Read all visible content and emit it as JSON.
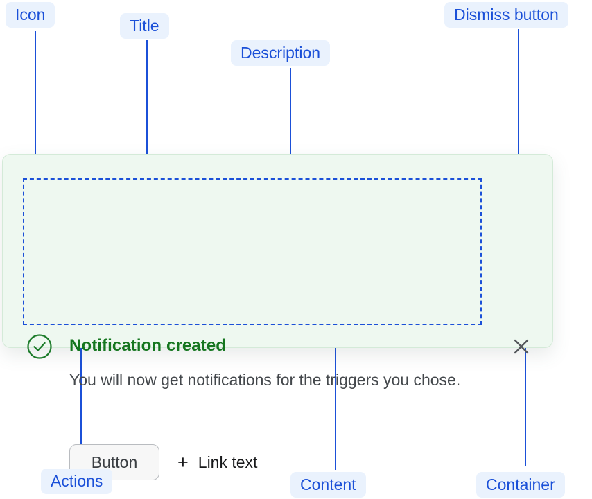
{
  "annotations": [
    {
      "key": "icon",
      "label": "Icon"
    },
    {
      "key": "title",
      "label": "Title"
    },
    {
      "key": "description",
      "label": "Description"
    },
    {
      "key": "dismiss",
      "label": "Dismiss button"
    },
    {
      "key": "actions",
      "label": "Actions"
    },
    {
      "key": "content",
      "label": "Content"
    },
    {
      "key": "container",
      "label": "Container"
    }
  ],
  "notification": {
    "status_icon": "check-circle-icon",
    "title": "Notification created",
    "description": "You will now get notifications for the triggers you chose.",
    "actions": {
      "button_label": "Button",
      "link_plus": "+",
      "link_label": "Link text"
    },
    "dismiss_icon": "close-icon"
  },
  "colors": {
    "annotation_bg": "#eaf2fd",
    "annotation_text": "#1b50d8",
    "leader": "#1b50d8",
    "card_bg": "#eef8f0",
    "card_border": "#d4ead8",
    "title_green": "#15761f",
    "description_gray": "#44484c",
    "outline_dashed": "#1b50d8",
    "button_bg": "#f7f7f7",
    "button_border": "#b9bcc0"
  }
}
